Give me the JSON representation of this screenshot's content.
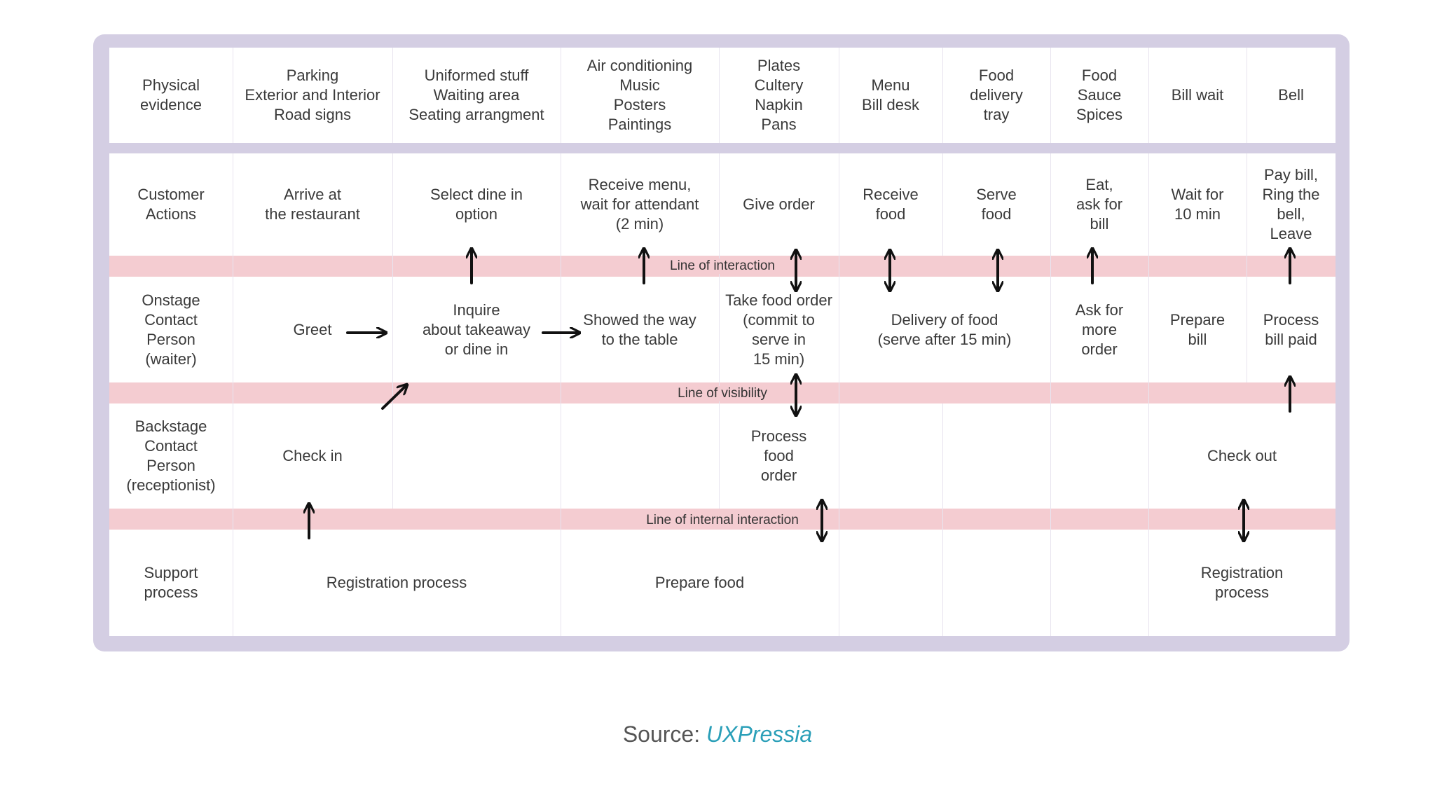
{
  "rows": [
    {
      "key": "physical",
      "label": "Physical\nevidence",
      "cells": [
        "Parking\nExterior and Interior\nRoad signs",
        "Uniformed stuff\nWaiting area\nSeating arrangment",
        "Air conditioning\nMusic\nPosters\nPaintings",
        "Plates\nCultery\nNapkin\nPans",
        "Menu\nBill desk",
        "Food\ndelivery\ntray",
        "Food\nSauce\nSpices",
        "Bill wait",
        "Bell"
      ]
    },
    {
      "key": "customer",
      "label": "Customer\nActions",
      "cells": [
        "Arrive at\nthe restaurant",
        "Select dine in\noption",
        "Receive menu,\nwait for attendant\n(2 min)",
        "Give order",
        "Receive\nfood",
        "Serve\nfood",
        "Eat,\nask for\nbill",
        "Wait for\n10 min",
        "Pay bill,\nRing the\nbell,\nLeave"
      ]
    },
    {
      "key": "onstage",
      "label": "Onstage\nContact\nPerson\n(waiter)",
      "cells": [
        "Greet",
        "Inquire\nabout takeaway\nor dine in",
        "Showed the way\nto the table",
        "Take food order\n(commit to\nserve in\n15 min)",
        "Delivery of food\n(serve after 15 min)",
        "Ask for\nmore\norder",
        "Prepare\nbill",
        "Process\nbill paid"
      ]
    },
    {
      "key": "backstage",
      "label": "Backstage\nContact\nPerson\n(receptionist)",
      "cells": [
        "Check in",
        "Process\nfood\norder",
        "Check out"
      ]
    },
    {
      "key": "support",
      "label": "Support\nprocess",
      "cells": [
        "Registration process",
        "Prepare food",
        "Registration\nprocess"
      ]
    }
  ],
  "lines": {
    "interaction": "Line of interaction",
    "visibility": "Line of visibility",
    "internal": "Line of internal interaction"
  },
  "source": {
    "prefix": "Source: ",
    "link": "UXPressia"
  },
  "colors": {
    "frame": "#d4cee3",
    "band": "#f4ccd1",
    "link": "#2a9fb8"
  }
}
